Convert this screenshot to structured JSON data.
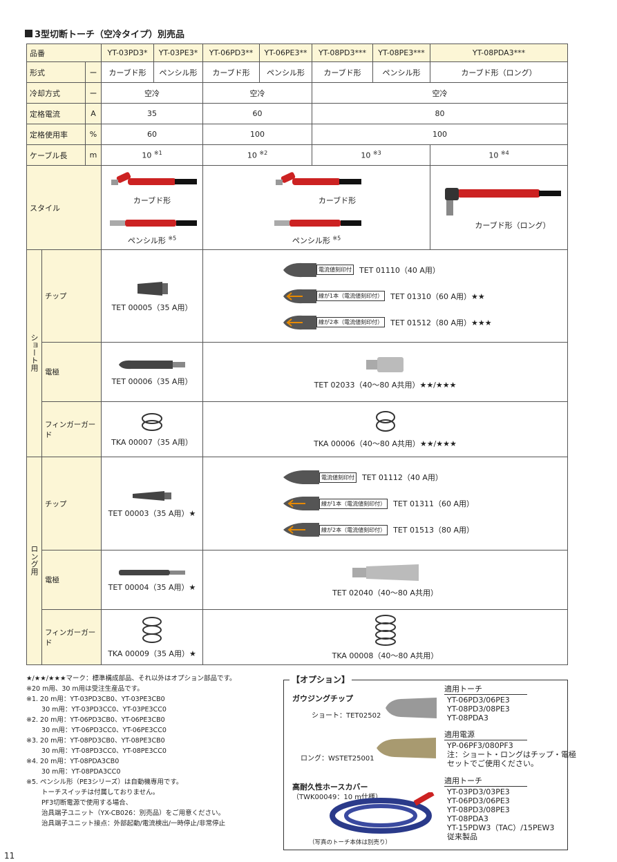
{
  "title": "3型切断トーチ（空冷タイプ）別売品",
  "table": {
    "row_label_model": "品番",
    "models": [
      "YT-03PD3*",
      "YT-03PE3*",
      "YT-06PD3**",
      "YT-06PE3**",
      "YT-08PD3***",
      "YT-08PE3***",
      "YT-08PDA3***"
    ],
    "type": {
      "label": "形式",
      "unit": "ー",
      "values": [
        "カーブド形",
        "ペンシル形",
        "カーブド形",
        "ペンシル形",
        "カーブド形",
        "ペンシル形",
        "カーブド形（ロング）"
      ]
    },
    "cooling": {
      "label": "冷却方式",
      "unit": "ー",
      "values": [
        "空冷",
        "空冷",
        "空冷"
      ]
    },
    "current": {
      "label": "定格電流",
      "unit": "A",
      "values": [
        "35",
        "60",
        "80"
      ]
    },
    "duty": {
      "label": "定格使用率",
      "unit": "%",
      "values": [
        "60",
        "100",
        "100"
      ]
    },
    "cable": {
      "label": "ケーブル長",
      "unit": "m",
      "values": [
        "10",
        "10",
        "10",
        "10"
      ],
      "notes": [
        "※1",
        "※2",
        "※3",
        "※4"
      ]
    },
    "style": {
      "label": "スタイル",
      "curved": "カーブド形",
      "pencil": "ペンシル形",
      "pencil_note": "※5",
      "curved_long": "カーブド形（ロング）"
    },
    "short_label": "ショート用",
    "long_label": "ロング用",
    "tip_label": "チップ",
    "electrode_label": "電極",
    "guard_label": "フィンガーガード",
    "short": {
      "tip_35": "TET 00005（35 A用）",
      "tips": [
        {
          "tag": "電流値刻印付",
          "name": "TET 01110（40 A用）"
        },
        {
          "tag": "線が1本（電流値刻印付）",
          "name": "TET 01310（60 A用）★★"
        },
        {
          "tag": "線が2本（電流値刻印付）",
          "name": "TET 01512（80 A用）★★★"
        }
      ],
      "electrode_35": "TET 00006（35 A用）",
      "electrode_80": "TET 02033（40～80 A共用）★★/★★★",
      "guard_35": "TKA 00007（35 A用）",
      "guard_80": "TKA 00006（40～80 A共用）★★/★★★"
    },
    "long": {
      "tip_35": "TET 00003（35 A用）★",
      "tips": [
        {
          "tag": "電流値刻印付",
          "name": "TET 01112（40 A用）"
        },
        {
          "tag": "線が1本（電流値刻印付）",
          "name": "TET 01311（60 A用）"
        },
        {
          "tag": "線が2本（電流値刻印付）",
          "name": "TET 01513（80 A用）"
        }
      ],
      "electrode_35": "TET 00004（35 A用）★",
      "electrode_80": "TET 02040（40～80 A共用）",
      "guard_35": "TKA 00009（35 A用）★",
      "guard_80": "TKA 00008（40～80 A共用）"
    }
  },
  "notes": [
    "★/★★/★★★マーク：標準構成部品、それ以外はオプション部品です。",
    "※20 m用、30 m用は受注生産品です。",
    "※1. 20 m用：YT-03PD3CB0、YT-03PE3CB0",
    "　　 30 m用：YT-03PD3CC0、YT-03PE3CC0",
    "※2. 20 m用：YT-06PD3CB0、YT-06PE3CB0",
    "　　 30 m用：YT-06PD3CC0、YT-06PE3CC0",
    "※3. 20 m用：YT-08PD3CB0、YT-08PE3CB0",
    "　　 30 m用：YT-08PD3CC0、YT-08PE3CC0",
    "※4. 20 m用：YT-08PDA3CB0",
    "　　 30 m用：YT-08PDA3CC0",
    "※5. ペンシル形（PE3シリーズ）は自動機専用です。",
    "　　 トーチスイッチは付属しておりません。",
    "　　 PF3切断電源で使用する場合、",
    "　　 治具端子ユニット（YX-CB026：別売品）をご用意ください。",
    "　　 治具端子ユニット接点：外部起動/電流検出/一時停止/非常停止"
  ],
  "option": {
    "title": "【オプション】",
    "gouging": "ガウジングチップ",
    "short": "ショート：TET02502",
    "long": "ロング：WSTET25001",
    "hose": "高耐久性ホースカバー",
    "hose_spec": "（TWK00049：10 m仕様）",
    "photo_note": "（写真のトーチ本体は別売り）",
    "torch_head1": "適用トーチ",
    "torch_list1": [
      "YT-06PD3/06PE3",
      "YT-08PD3/08PE3",
      "YT-08PDA3"
    ],
    "power_head": "適用電源",
    "power_list": [
      "YP-06PF3/080PF3",
      "注：ショート・ロングはチップ・電極",
      "セットでご使用ください。"
    ],
    "torch_head2": "適用トーチ",
    "torch_list2": [
      "YT-03PD3/03PE3",
      "YT-06PD3/06PE3",
      "YT-08PD3/08PE3",
      "YT-08PDA3",
      "YT-15PDW3（TAC）/15PEW3",
      "従来製品"
    ]
  },
  "page_number": "11"
}
